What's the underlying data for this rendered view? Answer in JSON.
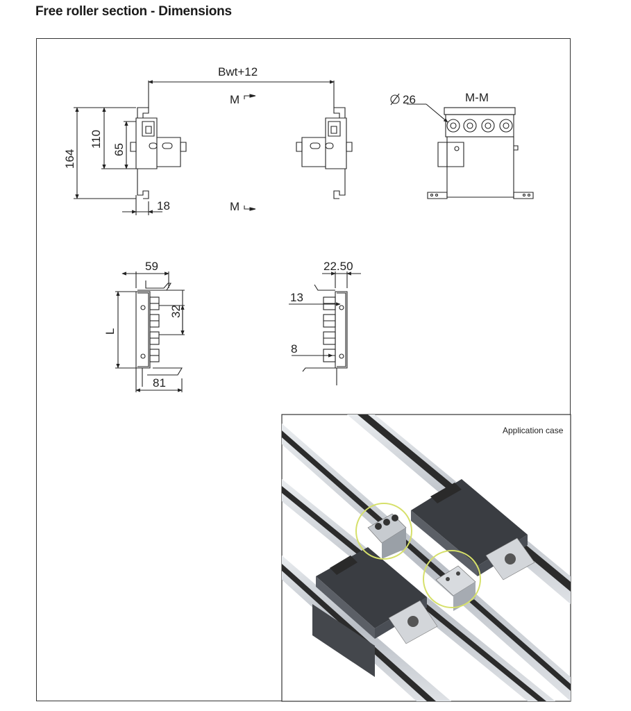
{
  "page": {
    "title": "Free roller section - Dimensions"
  },
  "drawing": {
    "front_view": {
      "width_label": "Bwt+12",
      "section_top": "M",
      "section_bottom": "M",
      "height_total": "164",
      "height_mid": "110",
      "height_low": "65",
      "foot": "18"
    },
    "section_view": {
      "title": "M-M",
      "diameter": "26"
    },
    "side_view_left": {
      "top_width": "59",
      "pitch": "32",
      "length": "L",
      "bottom_width": "81"
    },
    "side_view_right": {
      "top_width": "22.50",
      "roller_width": "13",
      "gap": "8"
    }
  },
  "photo": {
    "caption": "Application case"
  },
  "colors": {
    "line": "#222222",
    "rail_aluminum": "#c9cdd2",
    "rail_dark": "#2b2b2b",
    "plate_dark": "#3a3d42",
    "highlight_circle": "#d6e06a"
  }
}
